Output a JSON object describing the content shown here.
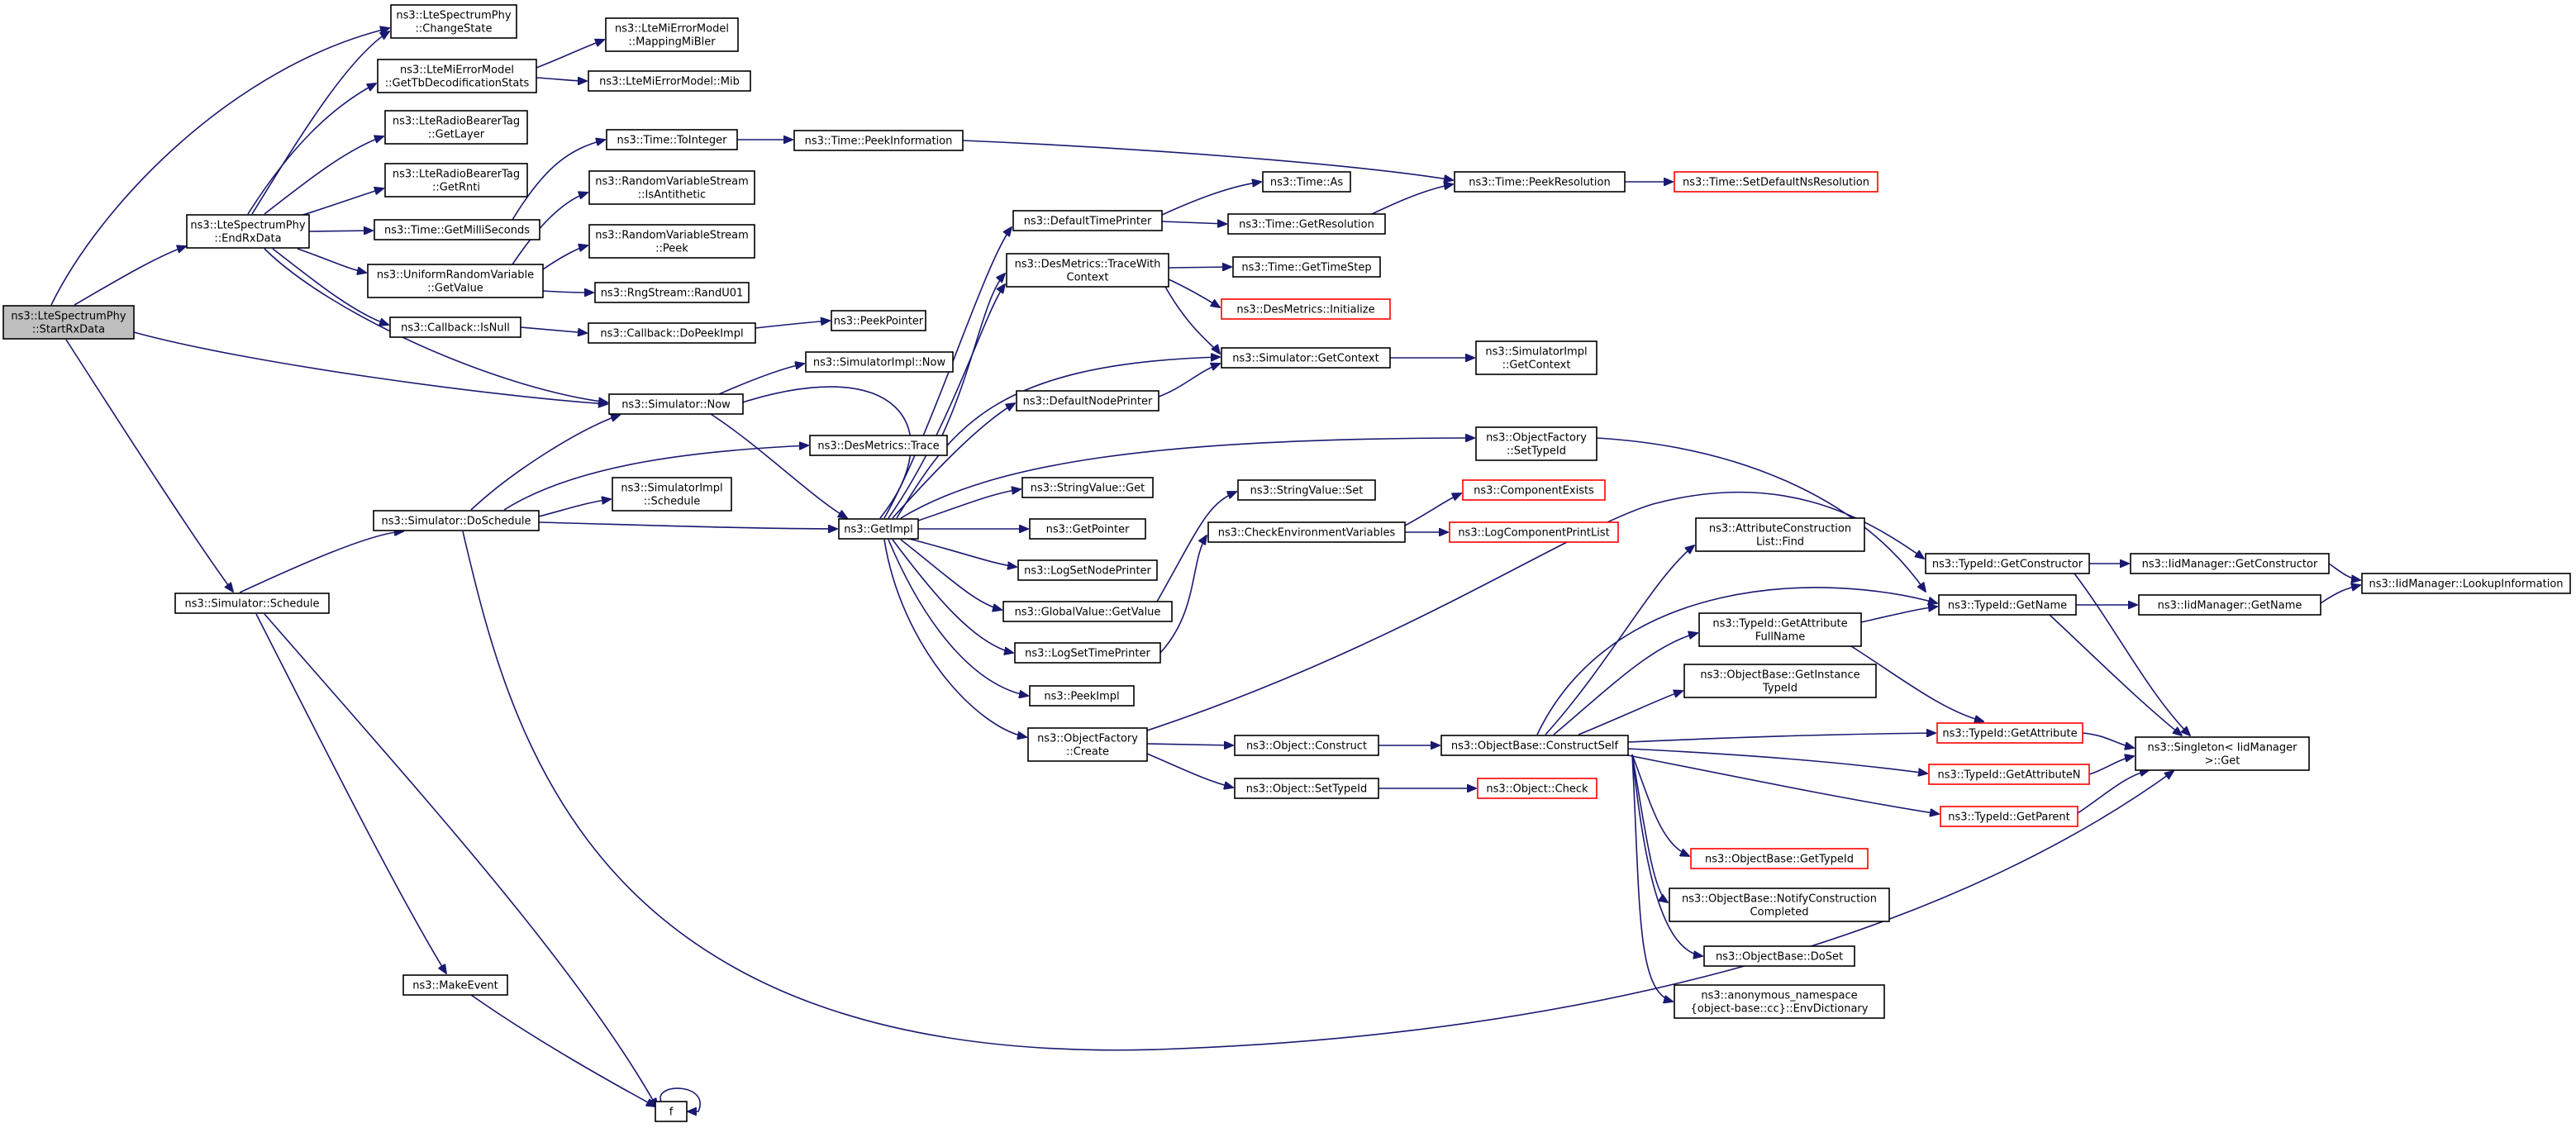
{
  "colors": {
    "edge": "#191970",
    "node_border": "#000000",
    "truncated_border": "#ff0000",
    "root_fill": "#bfbfbf",
    "node_fill": "#ffffff"
  },
  "nodes": [
    {
      "id": "start",
      "lines": [
        "ns3::LteSpectrumPhy",
        "::StartRxData"
      ],
      "style": "root"
    },
    {
      "id": "endrx",
      "lines": [
        "ns3::LteSpectrumPhy",
        "::EndRxData"
      ]
    },
    {
      "id": "schedule",
      "lines": [
        "ns3::Simulator::Schedule"
      ]
    },
    {
      "id": "changestate",
      "lines": [
        "ns3::LteSpectrumPhy",
        "::ChangeState"
      ]
    },
    {
      "id": "gettbdec",
      "lines": [
        "ns3::LteMiErrorModel",
        "::GetTbDecodificationStats"
      ]
    },
    {
      "id": "getlayer",
      "lines": [
        "ns3::LteRadioBearerTag",
        "::GetLayer"
      ]
    },
    {
      "id": "getrnti",
      "lines": [
        "ns3::LteRadioBearerTag",
        "::GetRnti"
      ]
    },
    {
      "id": "getmilli",
      "lines": [
        "ns3::Time::GetMilliSeconds"
      ]
    },
    {
      "id": "urv_getvalue",
      "lines": [
        "ns3::UniformRandomVariable",
        "::GetValue"
      ]
    },
    {
      "id": "cb_isnull",
      "lines": [
        "ns3::Callback::IsNull"
      ]
    },
    {
      "id": "sim_now",
      "lines": [
        "ns3::Simulator::Now"
      ]
    },
    {
      "id": "sim_doschedule",
      "lines": [
        "ns3::Simulator::DoSchedule"
      ]
    },
    {
      "id": "makeevent",
      "lines": [
        "ns3::MakeEvent"
      ]
    },
    {
      "id": "f",
      "lines": [
        "f"
      ]
    },
    {
      "id": "mappingmibler",
      "lines": [
        "ns3::LteMiErrorModel",
        "::MappingMiBler"
      ]
    },
    {
      "id": "mib",
      "lines": [
        "ns3::LteMiErrorModel::Mib"
      ]
    },
    {
      "id": "tointeger",
      "lines": [
        "ns3::Time::ToInteger"
      ]
    },
    {
      "id": "isantithetic",
      "lines": [
        "ns3::RandomVariableStream",
        "::IsAntithetic"
      ]
    },
    {
      "id": "rvs_peek",
      "lines": [
        "ns3::RandomVariableStream",
        "::Peek"
      ]
    },
    {
      "id": "randu01",
      "lines": [
        "ns3::RngStream::RandU01"
      ]
    },
    {
      "id": "dopeekimpl",
      "lines": [
        "ns3::Callback::DoPeekImpl"
      ]
    },
    {
      "id": "simimpl_now",
      "lines": [
        "ns3::SimulatorImpl::Now"
      ]
    },
    {
      "id": "desmetrics_trace",
      "lines": [
        "ns3::DesMetrics::Trace"
      ]
    },
    {
      "id": "simimpl_schedule",
      "lines": [
        "ns3::SimulatorImpl",
        "::Schedule"
      ]
    },
    {
      "id": "getimpl",
      "lines": [
        "ns3::GetImpl"
      ]
    },
    {
      "id": "peekinformation",
      "lines": [
        "ns3::Time::PeekInformation"
      ]
    },
    {
      "id": "peekpointer",
      "lines": [
        "ns3::PeekPointer"
      ]
    },
    {
      "id": "defaulttimeprinter",
      "lines": [
        "ns3::DefaultTimePrinter"
      ]
    },
    {
      "id": "tracewithcontext",
      "lines": [
        "ns3::DesMetrics::TraceWith",
        "Context"
      ]
    },
    {
      "id": "defaultnodeprinter",
      "lines": [
        "ns3::DefaultNodePrinter"
      ]
    },
    {
      "id": "stringvalue_get",
      "lines": [
        "ns3::StringValue::Get"
      ]
    },
    {
      "id": "getpointer",
      "lines": [
        "ns3::GetPointer"
      ]
    },
    {
      "id": "logsetnodeprinter",
      "lines": [
        "ns3::LogSetNodePrinter"
      ]
    },
    {
      "id": "globalvalue_getvalue",
      "lines": [
        "ns3::GlobalValue::GetValue"
      ]
    },
    {
      "id": "logsettimeprinter",
      "lines": [
        "ns3::LogSetTimePrinter"
      ]
    },
    {
      "id": "peekimpl",
      "lines": [
        "ns3::PeekImpl"
      ]
    },
    {
      "id": "of_create",
      "lines": [
        "ns3::ObjectFactory",
        "::Create"
      ]
    },
    {
      "id": "time_as",
      "lines": [
        "ns3::Time::As"
      ]
    },
    {
      "id": "getresolution",
      "lines": [
        "ns3::Time::GetResolution"
      ]
    },
    {
      "id": "gettimestep",
      "lines": [
        "ns3::Time::GetTimeStep"
      ]
    },
    {
      "id": "desmetrics_init",
      "lines": [
        "ns3::DesMetrics::Initialize"
      ],
      "style": "truncated"
    },
    {
      "id": "sim_getcontext",
      "lines": [
        "ns3::Simulator::GetContext"
      ]
    },
    {
      "id": "of_settypeid",
      "lines": [
        "ns3::ObjectFactory",
        "::SetTypeId"
      ]
    },
    {
      "id": "stringvalue_set",
      "lines": [
        "ns3::StringValue::Set"
      ]
    },
    {
      "id": "checkenv",
      "lines": [
        "ns3::CheckEnvironmentVariables"
      ]
    },
    {
      "id": "obj_construct",
      "lines": [
        "ns3::Object::Construct"
      ]
    },
    {
      "id": "obj_settypeid",
      "lines": [
        "ns3::Object::SetTypeId"
      ]
    },
    {
      "id": "peekresolution",
      "lines": [
        "ns3::Time::PeekResolution"
      ]
    },
    {
      "id": "setdefaultns",
      "lines": [
        "ns3::Time::SetDefaultNsResolution"
      ],
      "style": "truncated"
    },
    {
      "id": "simimpl_getcontext",
      "lines": [
        "ns3::SimulatorImpl",
        "::GetContext"
      ]
    },
    {
      "id": "componentexists",
      "lines": [
        "ns3::ComponentExists"
      ],
      "style": "truncated"
    },
    {
      "id": "logcompprintlist",
      "lines": [
        "ns3::LogComponentPrintList"
      ],
      "style": "truncated"
    },
    {
      "id": "constructself",
      "lines": [
        "ns3::ObjectBase::ConstructSelf"
      ]
    },
    {
      "id": "obj_check",
      "lines": [
        "ns3::Object::Check"
      ],
      "style": "truncated"
    },
    {
      "id": "attrconstructlist",
      "lines": [
        "ns3::AttributeConstruction",
        "List::Find"
      ]
    },
    {
      "id": "getattrfullname",
      "lines": [
        "ns3::TypeId::GetAttribute",
        "FullName"
      ]
    },
    {
      "id": "getinstancetypeid",
      "lines": [
        "ns3::ObjectBase::GetInstance",
        "TypeId"
      ]
    },
    {
      "id": "ob_gettypeid",
      "lines": [
        "ns3::ObjectBase::GetTypeId"
      ],
      "style": "truncated"
    },
    {
      "id": "notifyconstruction",
      "lines": [
        "ns3::ObjectBase::NotifyConstruction",
        "Completed"
      ]
    },
    {
      "id": "ob_doset",
      "lines": [
        "ns3::ObjectBase::DoSet"
      ]
    },
    {
      "id": "envdictionary",
      "lines": [
        "ns3::anonymous_namespace",
        "{object-base::cc}::EnvDictionary"
      ]
    },
    {
      "id": "typeid_getconstructor",
      "lines": [
        "ns3::TypeId::GetConstructor"
      ]
    },
    {
      "id": "typeid_getname",
      "lines": [
        "ns3::TypeId::GetName"
      ]
    },
    {
      "id": "typeid_getattribute",
      "lines": [
        "ns3::TypeId::GetAttribute"
      ],
      "style": "truncated"
    },
    {
      "id": "typeid_getattributen",
      "lines": [
        "ns3::TypeId::GetAttributeN"
      ],
      "style": "truncated"
    },
    {
      "id": "typeid_getparent",
      "lines": [
        "ns3::TypeId::GetParent"
      ],
      "style": "truncated"
    },
    {
      "id": "iid_getconstructor",
      "lines": [
        "ns3::IidManager::GetConstructor"
      ]
    },
    {
      "id": "iid_getname",
      "lines": [
        "ns3::IidManager::GetName"
      ]
    },
    {
      "id": "singleton_get",
      "lines": [
        "ns3::Singleton< IidManager",
        " >::Get"
      ]
    },
    {
      "id": "iid_lookup",
      "lines": [
        "ns3::IidManager::LookupInformation"
      ]
    }
  ]
}
